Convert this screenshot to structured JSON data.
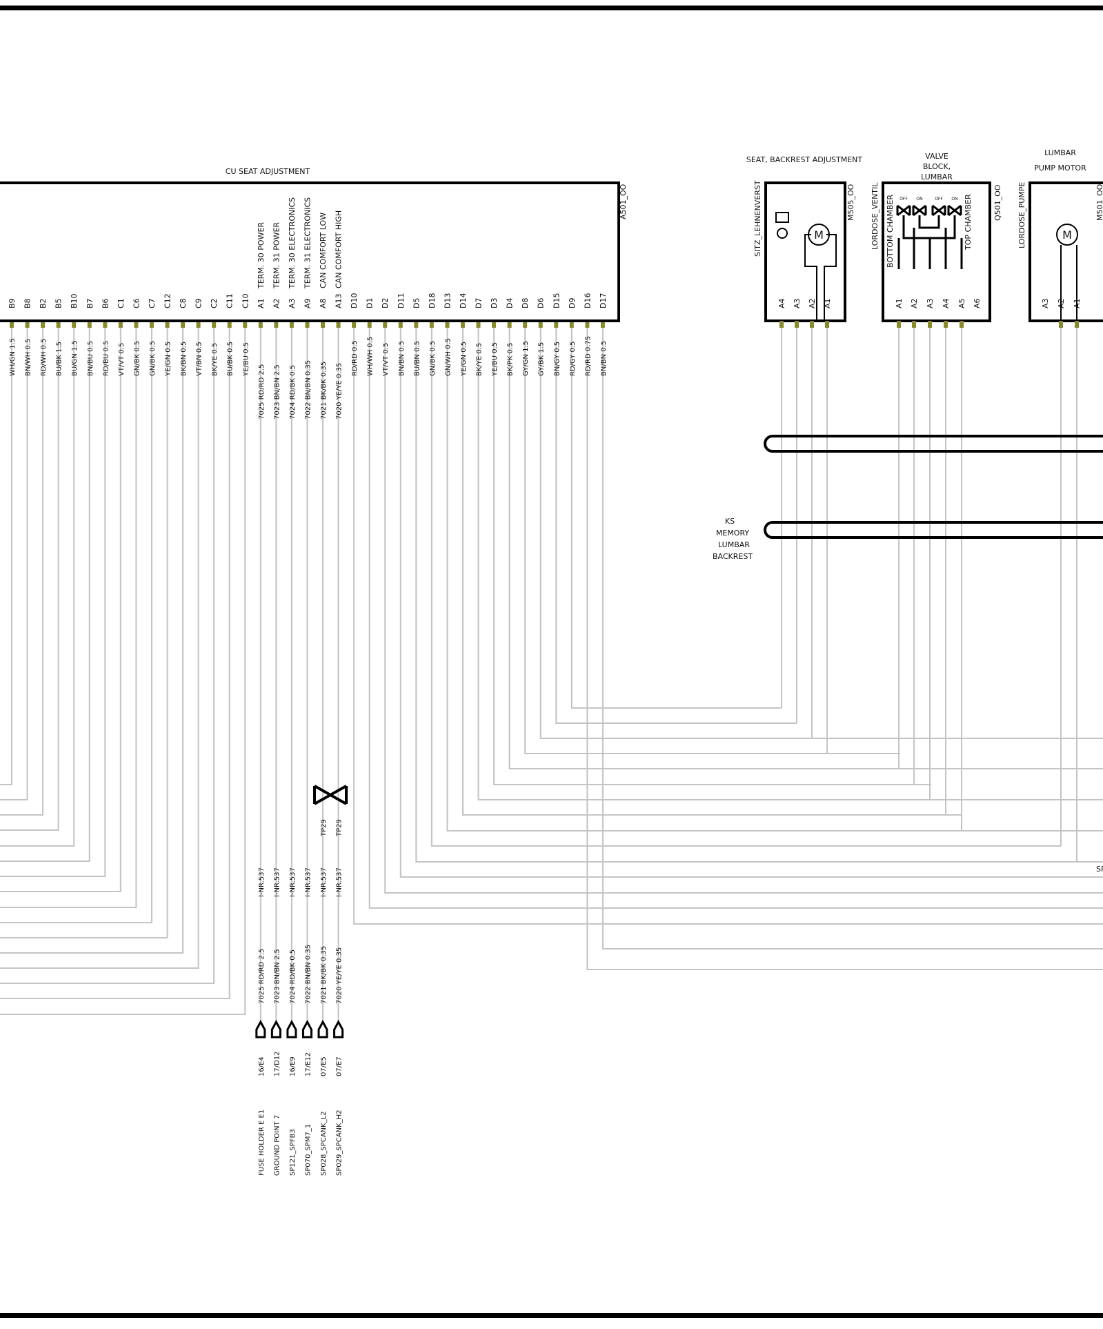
{
  "colors": {
    "wire": "#c4c4c4",
    "box": "#000000",
    "pin": "#8a8a2a",
    "text": "#111111"
  },
  "main_unit": {
    "title": "CU SEAT ADJUSTMENT",
    "id": "A501_OO",
    "pins": [
      {
        "pin": "B9",
        "wire": "WH/GN 1.5"
      },
      {
        "pin": "B8",
        "wire": "BN/WH 0.5"
      },
      {
        "pin": "B2",
        "wire": "RD/WH 0.5"
      },
      {
        "pin": "B5",
        "wire": "BU/BK 1.5"
      },
      {
        "pin": "B10",
        "wire": "BU/GN 1.5"
      },
      {
        "pin": "B7",
        "wire": "BN/BU 0.5"
      },
      {
        "pin": "B6",
        "wire": "RD/BU 0.5"
      },
      {
        "pin": "C1",
        "wire": "VT/VT 0.5"
      },
      {
        "pin": "C6",
        "wire": "GN/BK 0.5"
      },
      {
        "pin": "C7",
        "wire": "GN/BK 0.5"
      },
      {
        "pin": "C12",
        "wire": "YE/GN 0.5"
      },
      {
        "pin": "C8",
        "wire": "BK/BN 0.5"
      },
      {
        "pin": "C9",
        "wire": "VT/BN 0.5"
      },
      {
        "pin": "C2",
        "wire": "BK/YE 0.5"
      },
      {
        "pin": "C11",
        "wire": "BU/BK 0.5"
      },
      {
        "pin": "C10",
        "wire": "YE/BU 0.5"
      },
      {
        "pin": "A1",
        "label": "TERM. 30 POWER",
        "wire": "7025 RD/RD 2.5",
        "mid": "I-NR.537",
        "bottom": "7025 RD/RD 2.5",
        "ref": "16/E4",
        "dest": "FUSE HOLDER E    E1"
      },
      {
        "pin": "A2",
        "label": "TERM. 31 POWER",
        "wire": "7023 BN/BN 2.5",
        "mid": "I-NR.537",
        "bottom": "7023 BN/BN 2.5",
        "ref": "17/D12",
        "dest": "GROUND POINT 7"
      },
      {
        "pin": "A3",
        "label": "TERM. 30 ELECTRONICS",
        "wire": "7024 RD/BK 0.5",
        "mid": "I-NR.537",
        "bottom": "7024 RD/BK 0.5",
        "ref": "16/E9",
        "dest": "SP121_SPFB3"
      },
      {
        "pin": "A9",
        "label": "TERM. 31 ELECTRONICS",
        "wire": "7022 BN/BN 0.35",
        "mid": "I-NR.537",
        "bottom": "7022 BN/BN 0.35",
        "ref": "17/E12",
        "dest": "SP070_SPM7_1"
      },
      {
        "pin": "A8",
        "label": "CAN COMFORT LOW",
        "wire": "7021 BK/BK 0.35",
        "tp": "TP29",
        "mid": "I-NR.537",
        "bottom": "7021 BK/BK 0.35",
        "ref": "07/E5",
        "dest": "SP028_SPCANK_L2"
      },
      {
        "pin": "A13",
        "label": "CAN COMFORT HIGH",
        "wire": "7020 YE/YE 0.35",
        "tp": "TP29",
        "mid": "I-NR.537",
        "bottom": "7020 YE/YE 0.35",
        "ref": "07/E7",
        "dest": "SP029_SPCANK_H2"
      },
      {
        "pin": "D10",
        "wire": "RD/RD 0.5"
      },
      {
        "pin": "D1",
        "wire": "WH/WH 0.5"
      },
      {
        "pin": "D2",
        "wire": "VT/VT 0.5"
      },
      {
        "pin": "D11",
        "wire": "BN/BN 0.5"
      },
      {
        "pin": "D5",
        "wire": "BU/BN 0.5"
      },
      {
        "pin": "D18",
        "wire": "GN/BK 0.5"
      },
      {
        "pin": "D13",
        "wire": "GN/WH 0.5"
      },
      {
        "pin": "D14",
        "wire": "YE/GN 0.5"
      },
      {
        "pin": "D7",
        "wire": "BK/YE 0.5"
      },
      {
        "pin": "D3",
        "wire": "YE/BU 0.5"
      },
      {
        "pin": "D4",
        "wire": "BK/PK 0.5"
      },
      {
        "pin": "D8",
        "wire": "GY/GN 1.5"
      },
      {
        "pin": "D6",
        "wire": "GY/BK 1.5"
      },
      {
        "pin": "D15",
        "wire": "BN/GY 0.5"
      },
      {
        "pin": "D9",
        "wire": "RD/GY 0.5"
      },
      {
        "pin": "D16",
        "wire": "RD/RD 0.75"
      },
      {
        "pin": "D17",
        "wire": "BN/BN 0.5"
      }
    ]
  },
  "components": [
    {
      "key": "m505",
      "title": "SEAT, BACKREST ADJUSTMENT",
      "id": "M505_OO",
      "inner": "SITZ_LEHNENVERST",
      "pins": [
        "A4",
        "A3",
        "A2",
        "A1"
      ]
    },
    {
      "key": "q501",
      "title_lines": [
        "VALVE",
        "BLOCK,",
        "LUMBAR"
      ],
      "id": "Q501_OO",
      "inner": "LORDOSE_VENTIL",
      "inner2": "BOTTOM CHAMBER",
      "inner3": "TOP CHAMBER",
      "valve_labels": [
        "OFF",
        "ON",
        "OFF",
        "ON"
      ],
      "pins": [
        "A1",
        "A2",
        "A3",
        "A4",
        "A5",
        "A6"
      ]
    },
    {
      "key": "m501",
      "title_lines": [
        "LUMBAR",
        "PUMP MOTOR"
      ],
      "id": "M501_OO",
      "inner": "LORDOSE_PUMPE",
      "pins": [
        "A3",
        "A2",
        "A1"
      ]
    }
  ],
  "motor_symbol": "M",
  "ks_label": [
    "KS",
    "MEMORY",
    "LUMBAR",
    "BACKREST"
  ],
  "offpage_label": "SP"
}
